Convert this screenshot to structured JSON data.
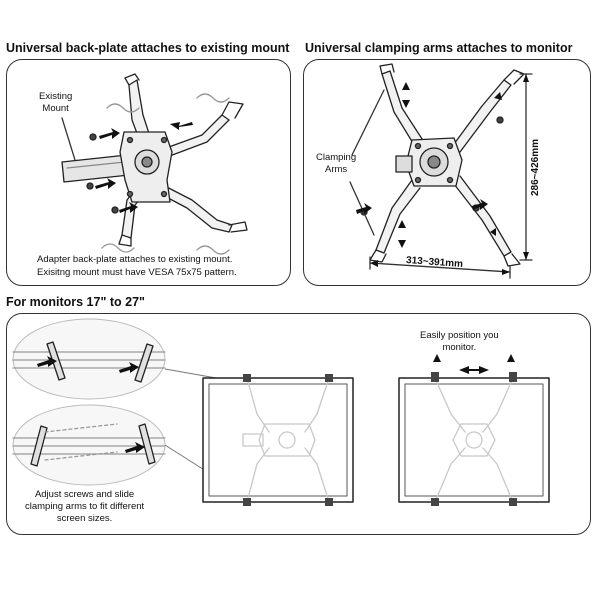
{
  "headings": {
    "backplate": "Universal back-plate attaches to existing mount",
    "clamping": "Universal clamping arms attaches to monitor",
    "monitors": "For monitors 17\" to 27\""
  },
  "backplate_panel": {
    "existing_mount_line1": "Existing",
    "existing_mount_line2": "Mount",
    "caption_line1": "Adapter back-plate attaches to existing mount.",
    "caption_line2": "Exisitng mount must have VESA 75x75 pattern."
  },
  "clamping_panel": {
    "arms_line1": "Clamping",
    "arms_line2": "Arms",
    "height_range": "286~426mm",
    "width_range": "313~391mm"
  },
  "monitors_panel": {
    "easy_line1": "Easily position you",
    "easy_line2": "monitor.",
    "adjust_line1": "Adjust screws and slide",
    "adjust_line2": "clamping arms to fit different",
    "adjust_line3": "screen sizes."
  }
}
